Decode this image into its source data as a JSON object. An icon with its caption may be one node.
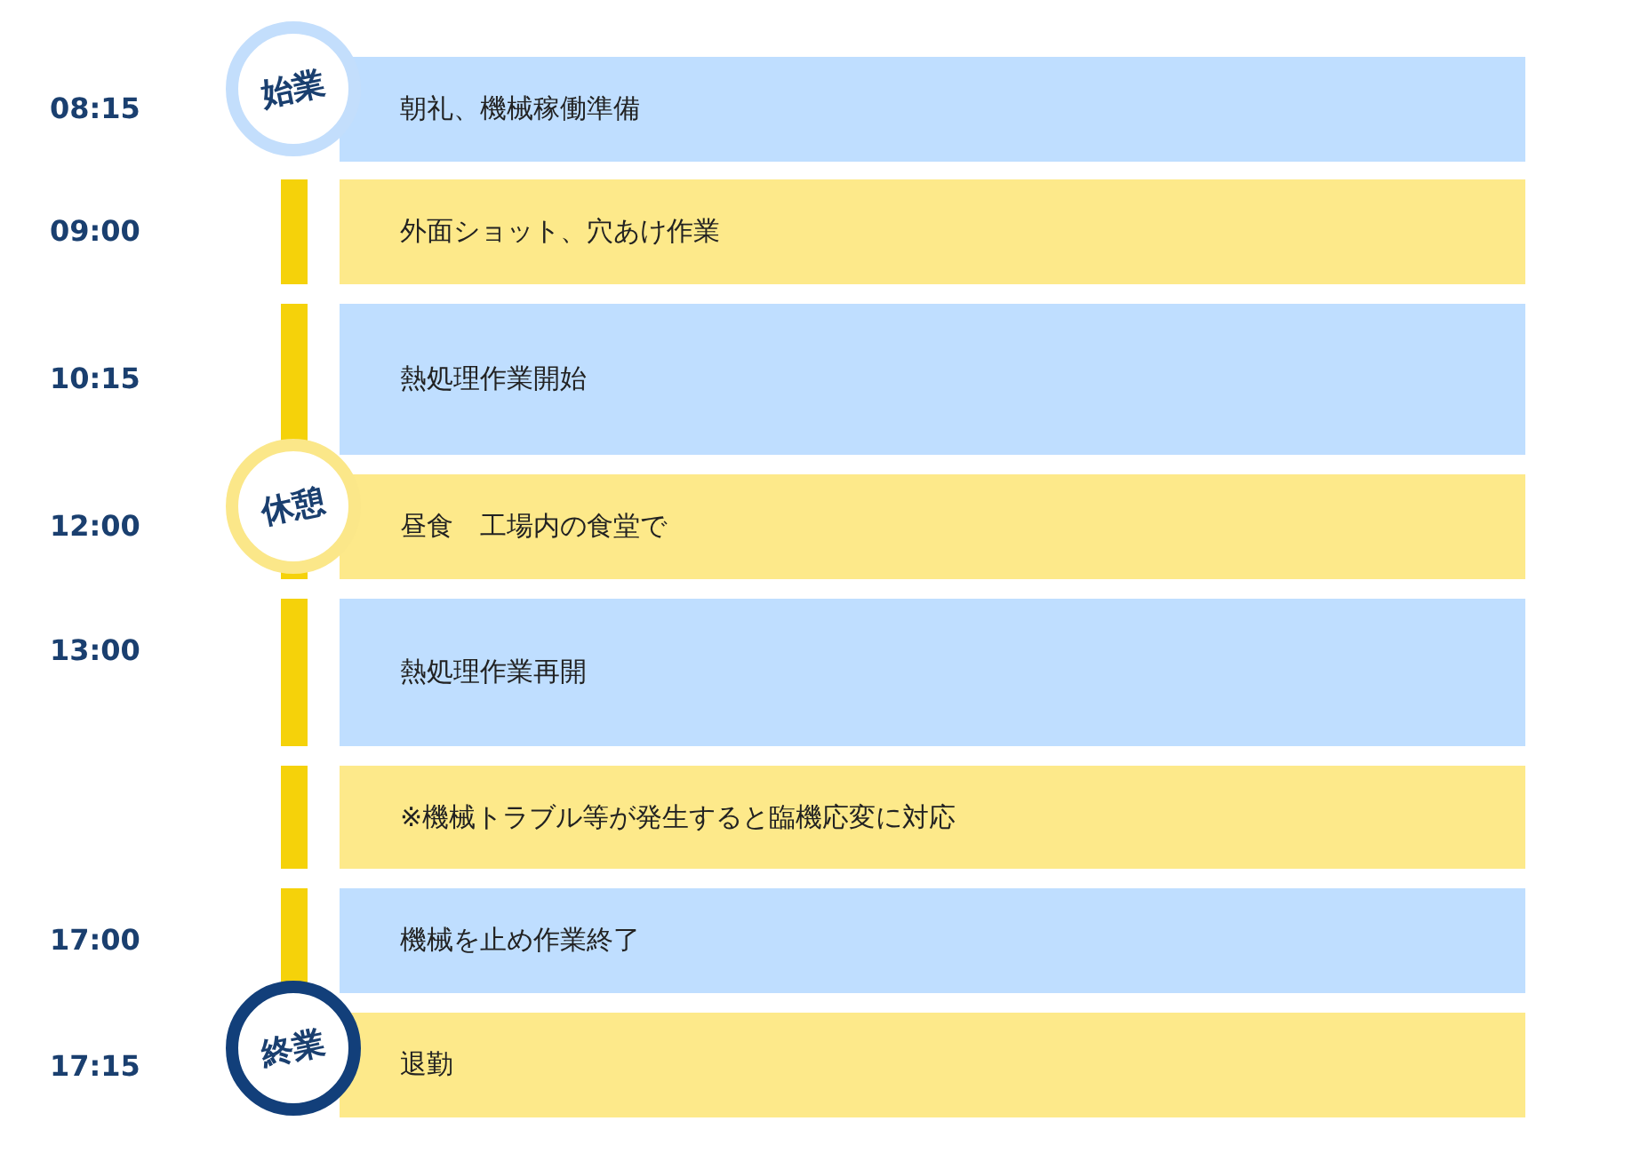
{
  "diagram": {
    "nodes": [
      {
        "text": [
          "始業"
        ]
      },
      {
        "text": [
          "朝礼、機械稼働準備"
        ]
      },
      {
        "text": [
          "外面ショット、穴あけ作業"
        ]
      },
      {
        "text": [
          "熱処理作業開始"
        ]
      },
      {
        "text": [
          "休憩"
        ]
      },
      {
        "text": [
          "昼食　工場内の食堂で"
        ]
      },
      {
        "text": [
          "熱処理作業再開"
        ]
      },
      {
        "text": [
          "※機械トラブル等が発生すると臨機応変に対応"
        ]
      },
      {
        "text": [
          "機械を止め作業終了"
        ]
      },
      {
        "text": [
          "終業"
        ]
      },
      {
        "text": [
          "退勤"
        ]
      }
    ],
    "labels": [
      "08:15",
      "09:00",
      "10:15",
      "12:00",
      "13:00",
      "17:00",
      "17:15"
    ]
  }
}
